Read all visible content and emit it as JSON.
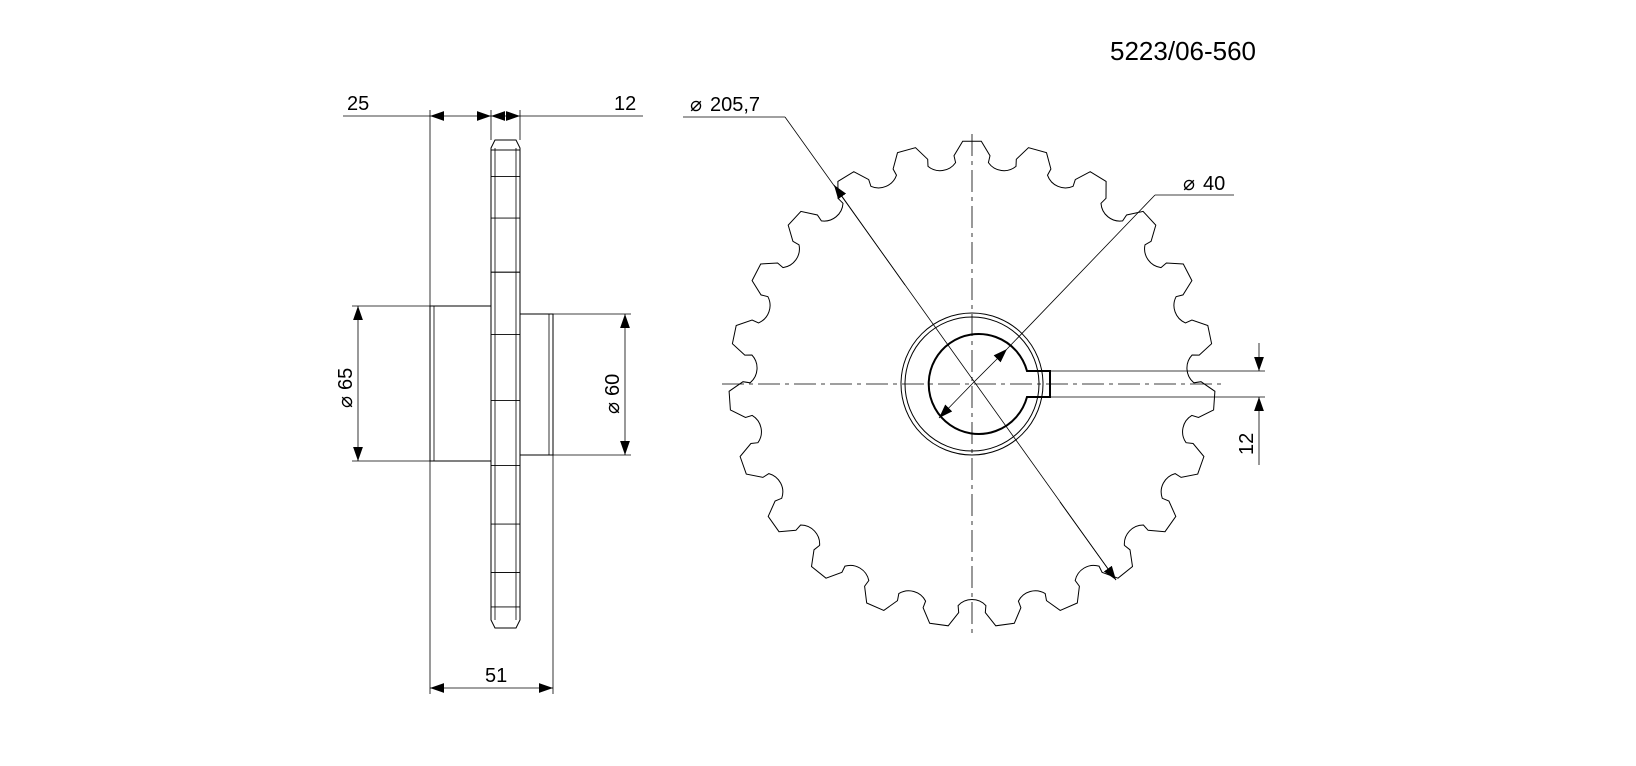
{
  "part_number": "5223/06-560",
  "side_view": {
    "dim_hub_left_width": "25",
    "dim_tooth_width": "12",
    "dim_hub_left_diameter": "65",
    "dim_hub_right_diameter": "60",
    "dim_overall_length": "51"
  },
  "front_view": {
    "dim_outer_diameter": "205,7",
    "dim_bore_diameter": "40",
    "dim_keyway_width": "12",
    "tooth_count": 23
  },
  "symbols": {
    "diameter": "⌀"
  }
}
